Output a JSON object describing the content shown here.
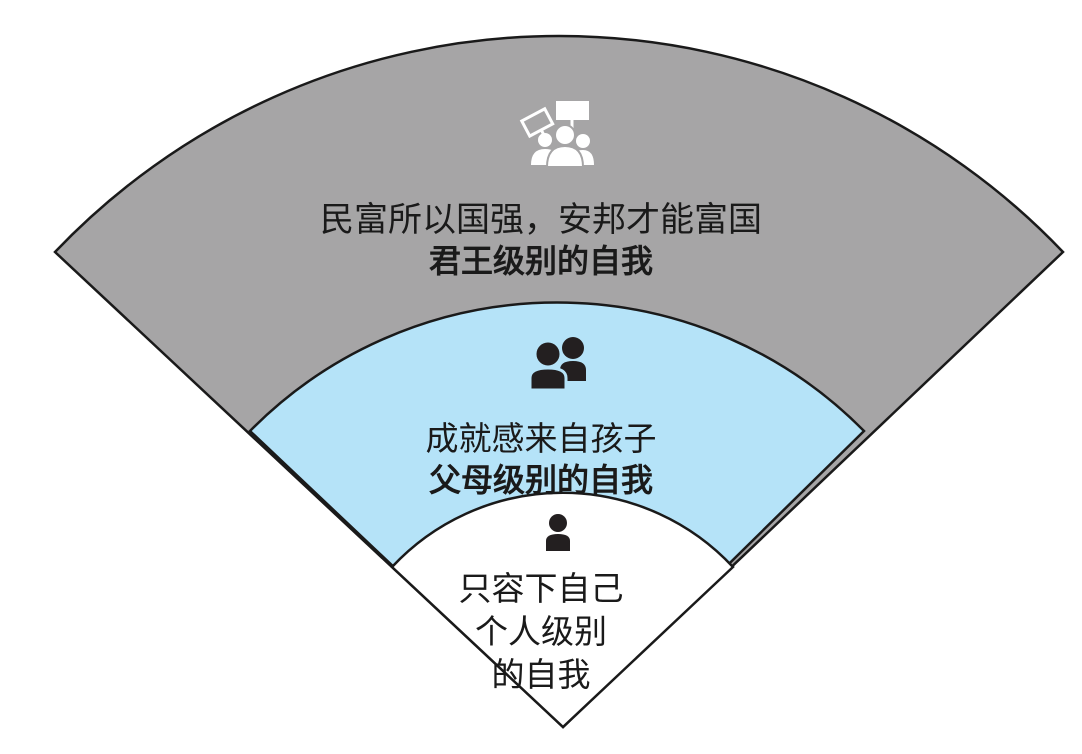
{
  "levels": {
    "outer": {
      "line1": "民富所以国强，安邦才能富国",
      "line2": "君王级别的自我",
      "icon": "crowd-protest-icon",
      "fill": "#a6a5a6"
    },
    "middle": {
      "line1": "成就感来自孩子",
      "line2": "父母级别的自我",
      "icon": "parent-child-icon",
      "fill": "#b5e3f8"
    },
    "inner": {
      "line1": "只容下自己",
      "line2": "个人级别",
      "line3": "的自我",
      "icon": "single-person-icon",
      "fill": "#ffffff"
    }
  },
  "colors": {
    "stroke": "#1a1a1a",
    "icon_dark": "#231f20",
    "icon_light": "#ffffff"
  }
}
